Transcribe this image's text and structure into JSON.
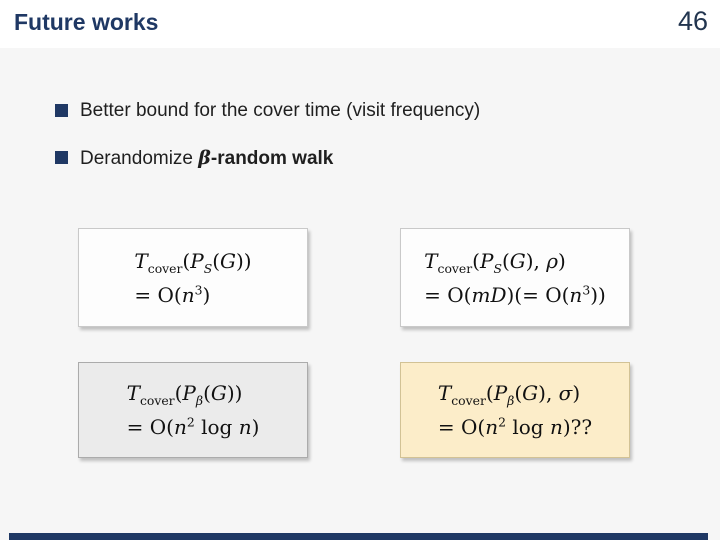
{
  "slide": {
    "title": "Future works",
    "page_number": "46"
  },
  "bullets": [
    {
      "text": "Better bound for the cover time (visit frequency)",
      "bold_html": ""
    },
    {
      "text": "Derandomize ",
      "bold_html": "<i>β</i>-random walk"
    }
  ],
  "formula_boxes": [
    {
      "variant": "white",
      "line1_html": "<i>T</i><sub>cover</sub>(<i>P<sub>S</sub></i>(<i>G</i>))",
      "line2_html": "= O(<i>n</i><sup>3</sup>)"
    },
    {
      "variant": "white",
      "line1_html": "<i>T</i><sub>cover</sub>(<i>P<sub>S</sub></i>(<i>G</i>), <i>ρ</i>)",
      "line2_html": "= O(<i>mD</i>)(= O(<i>n</i><sup>3</sup>))"
    },
    {
      "variant": "gray",
      "line1_html": "<i>T</i><sub>cover</sub>(<i>P<sub>β</sub></i>(<i>G</i>))",
      "line2_html": "= O(<i>n</i><sup>2</sup> log <i>n</i>)"
    },
    {
      "variant": "yellow",
      "line1_html": "<i>T</i><sub>cover</sub>(<i>P<sub>β</sub></i>(<i>G</i>), <i>σ</i>)",
      "line2_html": "= O(<i>n</i><sup>2</sup> log <i>n</i>)??"
    }
  ],
  "colors": {
    "accent_navy": "#1F3864",
    "title_text": "#1F3864",
    "page_number_text": "#22354F",
    "body_text": "#1F1F1F",
    "content_bg": "#F6F6F6",
    "box_white_bg": "#FDFDFD",
    "box_gray_bg": "#EBEBEB",
    "box_yellow_bg": "#FCEDC9"
  }
}
